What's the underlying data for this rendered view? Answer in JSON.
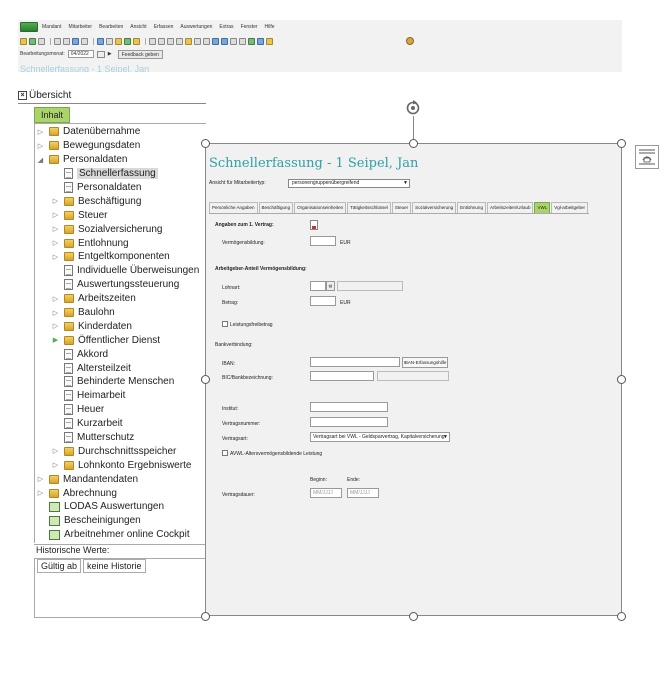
{
  "app": {
    "menu": [
      "Mandant",
      "Mitarbeiter",
      "Bearbeiten",
      "Ansicht",
      "Erfassen",
      "Auswertungen",
      "Extras",
      "Fenster",
      "Hilfe"
    ],
    "month_label": "Bearbeitungsmonat:",
    "month_value": "04/2022",
    "feedback_label": "Feedback geben",
    "faded_title": "Schnellerfassung - 1 Seipel, Jan"
  },
  "nav": {
    "title": "Übersicht",
    "tab_label": "Inhalt",
    "tree": [
      {
        "label": "Datenübernahme",
        "level": 1,
        "icon": "folder",
        "twisty": "closed"
      },
      {
        "label": "Bewegungsdaten",
        "level": 1,
        "icon": "folder",
        "twisty": "closed"
      },
      {
        "label": "Personaldaten",
        "level": 1,
        "icon": "folder",
        "twisty": "open"
      },
      {
        "label": "Schnellerfassung",
        "level": 2,
        "icon": "doc",
        "twisty": "none",
        "selected": true
      },
      {
        "label": "Personaldaten",
        "level": 2,
        "icon": "doc",
        "twisty": "none"
      },
      {
        "label": "Beschäftigung",
        "level": 2,
        "icon": "folder",
        "twisty": "closed"
      },
      {
        "label": "Steuer",
        "level": 2,
        "icon": "folder",
        "twisty": "closed"
      },
      {
        "label": "Sozialversicherung",
        "level": 2,
        "icon": "folder",
        "twisty": "closed"
      },
      {
        "label": "Entlohnung",
        "level": 2,
        "icon": "folder",
        "twisty": "closed"
      },
      {
        "label": "Entgeltkomponenten",
        "level": 2,
        "icon": "folder",
        "twisty": "closed"
      },
      {
        "label": "Individuelle Überweisungen",
        "level": 2,
        "icon": "doc",
        "twisty": "none"
      },
      {
        "label": "Auswertungssteuerung",
        "level": 2,
        "icon": "doc",
        "twisty": "none"
      },
      {
        "label": "Arbeitszeiten",
        "level": 2,
        "icon": "folder",
        "twisty": "closed"
      },
      {
        "label": "Baulohn",
        "level": 2,
        "icon": "folder",
        "twisty": "closed"
      },
      {
        "label": "Kinderdaten",
        "level": 2,
        "icon": "folder",
        "twisty": "closed"
      },
      {
        "label": "Öffentlicher Dienst",
        "level": 2,
        "icon": "folder",
        "twisty": "green"
      },
      {
        "label": "Akkord",
        "level": 2,
        "icon": "doc",
        "twisty": "none"
      },
      {
        "label": "Altersteilzeit",
        "level": 2,
        "icon": "doc",
        "twisty": "none"
      },
      {
        "label": "Behinderte Menschen",
        "level": 2,
        "icon": "doc",
        "twisty": "none"
      },
      {
        "label": "Heimarbeit",
        "level": 2,
        "icon": "doc",
        "twisty": "none"
      },
      {
        "label": "Heuer",
        "level": 2,
        "icon": "doc",
        "twisty": "none"
      },
      {
        "label": "Kurzarbeit",
        "level": 2,
        "icon": "doc",
        "twisty": "none"
      },
      {
        "label": "Mutterschutz",
        "level": 2,
        "icon": "doc",
        "twisty": "none"
      },
      {
        "label": "Durchschnittsspeicher",
        "level": 2,
        "icon": "folder",
        "twisty": "closed"
      },
      {
        "label": "Lohnkonto Ergebniswerte",
        "level": 2,
        "icon": "folder",
        "twisty": "closed"
      },
      {
        "label": "Mandantendaten",
        "level": 1,
        "icon": "folder",
        "twisty": "closed"
      },
      {
        "label": "Abrechnung",
        "level": 1,
        "icon": "folder",
        "twisty": "closed"
      },
      {
        "label": "LODAS Auswertungen",
        "level": 1,
        "icon": "misc",
        "twisty": "none"
      },
      {
        "label": "Bescheinigungen",
        "level": 1,
        "icon": "misc",
        "twisty": "none"
      },
      {
        "label": "Arbeitnehmer online Cockpit",
        "level": 1,
        "icon": "misc",
        "twisty": "none"
      }
    ],
    "history_title": "Historische Werte:",
    "history_columns": [
      "Gültig ab",
      "keine Historie"
    ]
  },
  "form": {
    "title": "Schnellerfassung - 1 Seipel, Jan",
    "view_label": "Ansicht für Mitarbeitertyp:",
    "view_value": "personengruppenübergreifend",
    "tabs": [
      "Persönliche Angaben",
      "Beschäftigung",
      "Organisationseinheiten",
      "Tätigkeitsschlüssel",
      "Steuer",
      "Sozialversicherung",
      "Entlohnung",
      "Arbeitszeiten/Urlaub",
      "VWL",
      "Vgl-arbeitgeber"
    ],
    "active_tab": "VWL",
    "section1": "Angaben zum 1. Vertrag:",
    "vermoegensbildung_label": "Vermögensbildung:",
    "eur": "EUR",
    "section2": "Arbeitgeber-Anteil Vermögensbildung:",
    "lohnart_label": "Lohnart:",
    "betrag_label": "Betrag:",
    "leistungs_label": "Leistungsfreibetrag",
    "bank_label": "Bankverbindung:",
    "iban_label": "IBAN:",
    "iban_button": "IBAN-Erfassungshilfe",
    "bic_label": "BIC/Bankbezeichnung:",
    "institut_label": "Institut:",
    "vertragsnummer_label": "Vertragsnummer:",
    "vertragsart_label": "Vertragsart:",
    "vertragsart_value": "Vertragsart bei VWL - Geldsparvertrag, Kapitalversicherung",
    "avwl_label": "AVWL-Altersvermögensbildende Leistung",
    "beginn_label": "Beginn:",
    "ende_label": "Ende:",
    "date_placeholder": "MM/JJJJ",
    "vertragsdauer_label": "Vertragsdauer:"
  }
}
